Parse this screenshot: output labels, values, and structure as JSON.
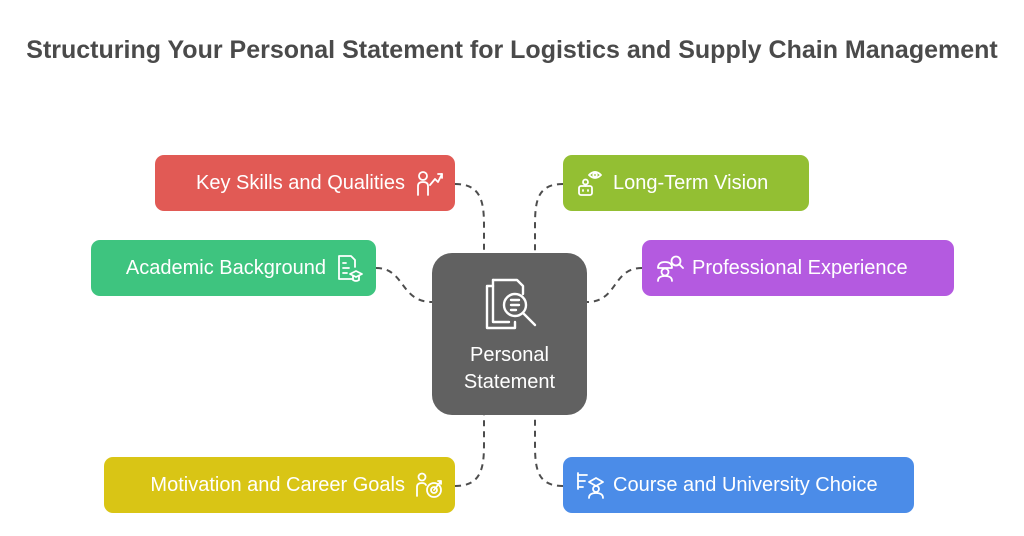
{
  "title": "Structuring Your Personal Statement for Logistics and Supply Chain Management",
  "center": {
    "label": "Personal Statement",
    "icon": "document-search-icon"
  },
  "items": [
    {
      "label": "Key Skills and Qualities",
      "color": "#e15a55",
      "icon": "person-growth-icon"
    },
    {
      "label": "Academic Background",
      "color": "#3ec47f",
      "icon": "document-graduation-icon"
    },
    {
      "label": "Motivation and Career Goals",
      "color": "#d9c515",
      "icon": "person-target-icon"
    },
    {
      "label": "Long-Term Vision",
      "color": "#93bf33",
      "icon": "robot-eye-icon"
    },
    {
      "label": "Professional Experience",
      "color": "#b45ae0",
      "icon": "worker-search-icon"
    },
    {
      "label": "Course and University Choice",
      "color": "#4b8ce8",
      "icon": "list-graduate-icon"
    }
  ]
}
